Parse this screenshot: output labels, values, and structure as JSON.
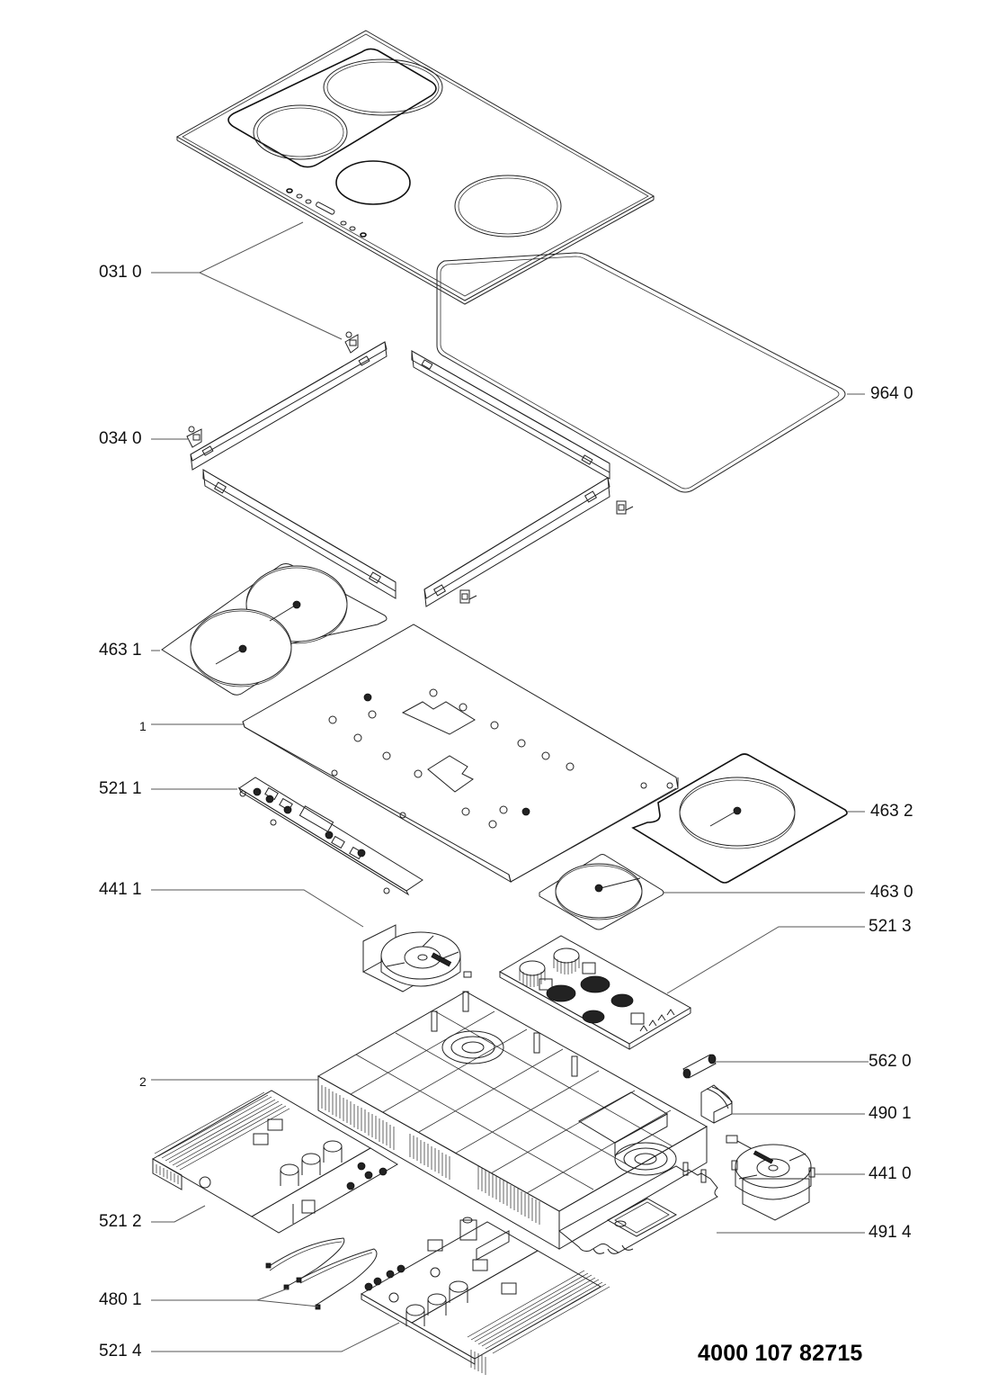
{
  "document": {
    "type": "exploded parts diagram",
    "subject": "induction cooktop",
    "document_number": "4000 107 82715"
  },
  "labels": [
    {
      "id": "glass-top",
      "text": "031 0",
      "side": "left"
    },
    {
      "id": "frame-clip",
      "text": "034 0",
      "side": "left"
    },
    {
      "id": "gasket",
      "text": "964 0",
      "side": "right"
    },
    {
      "id": "coil-plate-double",
      "text": "463 1",
      "side": "left"
    },
    {
      "id": "support-plate",
      "text": "1",
      "side": "left"
    },
    {
      "id": "control-board",
      "text": "521 1",
      "side": "left"
    },
    {
      "id": "coil-plate-large",
      "text": "463 2",
      "side": "right"
    },
    {
      "id": "fan-left",
      "text": "441 1",
      "side": "left"
    },
    {
      "id": "coil-plate-small",
      "text": "463 0",
      "side": "right"
    },
    {
      "id": "filter-board",
      "text": "521 3",
      "side": "right"
    },
    {
      "id": "housing",
      "text": "2",
      "side": "left"
    },
    {
      "id": "fuse",
      "text": "562 0",
      "side": "right"
    },
    {
      "id": "fuse-holder",
      "text": "490 1",
      "side": "right"
    },
    {
      "id": "power-board-left",
      "text": "521 2",
      "side": "left"
    },
    {
      "id": "fan-right",
      "text": "441 0",
      "side": "right"
    },
    {
      "id": "bottom-cover",
      "text": "491 4",
      "side": "right"
    },
    {
      "id": "cable-set",
      "text": "480 1",
      "side": "left"
    },
    {
      "id": "power-board-right",
      "text": "521 4",
      "side": "left"
    }
  ]
}
